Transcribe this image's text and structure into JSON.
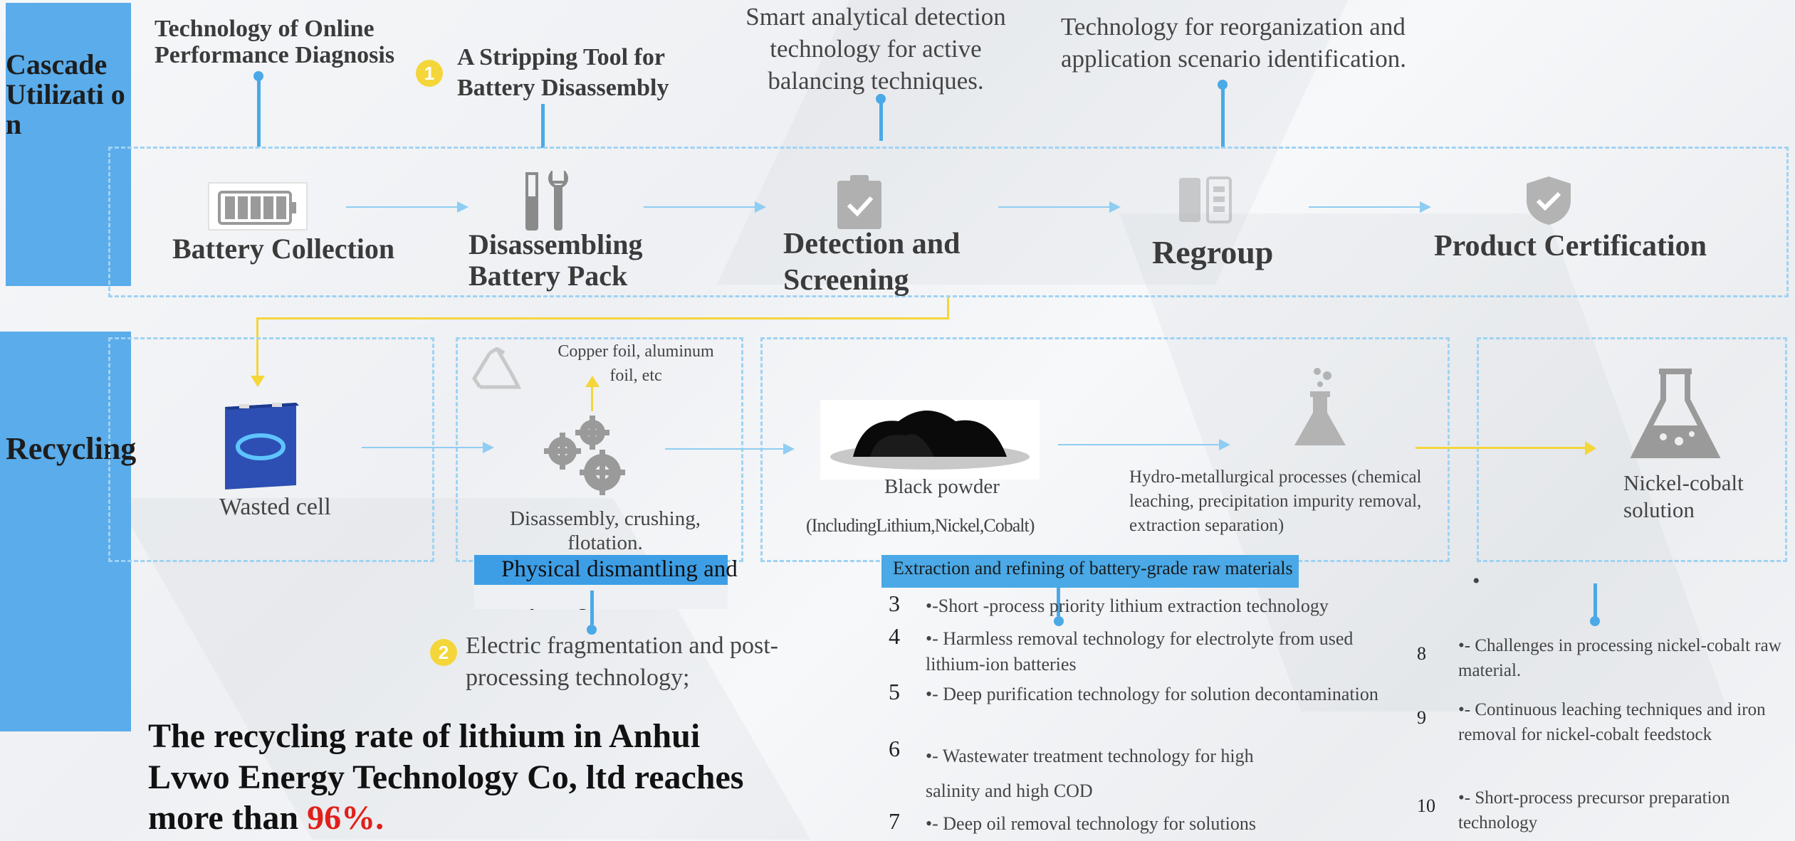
{
  "sections": {
    "cascade_label": "Cascade Utilizati on",
    "recycling_label": "Recycling"
  },
  "top_tech": {
    "online_diag": "Technology of Online Performance Diagnosis",
    "stripping_badge": "1",
    "stripping": "A Stripping Tool for Battery Disassembly",
    "smart_detect": "Smart analytical detection technology for active balancing techniques.",
    "reorg": "Technology for reorganization and application scenario identification."
  },
  "cascade_steps": {
    "collection": "Battery Collection",
    "disassembling": "Disassembling Battery Pack",
    "detection": "Detection and Screening",
    "regroup": "Regroup",
    "certification": "Product Certification"
  },
  "recycle_steps": {
    "wasted_cell": "Wasted cell",
    "copper_foil": "Copper foil, aluminum foil, etc",
    "disassembly": "Disassembly, crushing, flotation.",
    "physical_label": "Physical dismantling and recycling",
    "black_powder": "Black powder",
    "black_powder_sub": "(IncludingLithium,Nickel,Cobalt)",
    "hydro": "Hydro-metallurgical processes (chemical leaching, precipitation impurity removal, extraction separation)",
    "extraction_label": "Extraction and refining of battery-grade raw materials",
    "nickel_cobalt": "Nickel-cobalt solution"
  },
  "electric_frag": {
    "badge": "2",
    "text": "Electric fragmentation and post-processing technology;"
  },
  "headline": {
    "main": "The recycling rate of lithium in Anhui Lvwo Energy Technology Co, ltd reaches more than",
    "highlight": "96%."
  },
  "mid_list": [
    {
      "num": "3",
      "text": "•-Short -process priority lithium extraction technology"
    },
    {
      "num": "4",
      "text": "•- Harmless removal technology for electrolyte from used lithium-ion batteries"
    },
    {
      "num": "5",
      "text": "•- Deep purification technology for solution decontamination"
    },
    {
      "num": "6",
      "text": "•- Wastewater treatment technology for high salinity and high COD"
    },
    {
      "num": "7",
      "text": "•- Deep oil removal technology for solutions"
    }
  ],
  "right_list": [
    {
      "num": "8",
      "text": "•- Challenges in processing nickel-cobalt raw material."
    },
    {
      "num": "9",
      "text": "•- Continuous leaching techniques and iron removal for nickel-cobalt feedstock"
    },
    {
      "num": "10",
      "text": "•- Short-process precursor preparation technology"
    }
  ],
  "stray_dot": "•",
  "colors": {
    "accent_blue": "#5aacea",
    "dash_blue": "#9fd3f3",
    "yellow": "#f4d63a",
    "highlight_red": "#e0201b"
  }
}
